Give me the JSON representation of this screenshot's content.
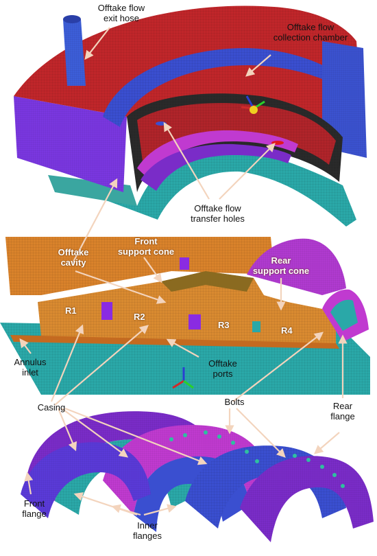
{
  "labels": {
    "exit_hose": "Offtake flow\nexit hose",
    "collection_chamber": "Offtake flow\ncollection chamber",
    "transfer_holes": "Offtake flow\ntransfer holes",
    "offtake_cavity": "Offtake\ncavity",
    "front_support_cone": "Front\nsupport cone",
    "rear_support_cone": "Rear\nsupport cone",
    "annulus_inlet": "Annulus\ninlet",
    "offtake_ports": "Offtake\nports",
    "casing": "Casing",
    "bolts": "Bolts",
    "rear_flange": "Rear\nflange",
    "front_flange": "Front\nflange",
    "inner_flanges": "Inner\nflanges"
  },
  "regions": [
    "R1",
    "R2",
    "R3",
    "R4"
  ],
  "colors": {
    "chamber_red": "#c0262a",
    "chamber_blue": "#3a4fd0",
    "purple": "#8a2be2",
    "magenta": "#c03ad0",
    "teal": "#2aa8a8",
    "orange": "#d9822b",
    "arrow": "#f2d0b8"
  }
}
